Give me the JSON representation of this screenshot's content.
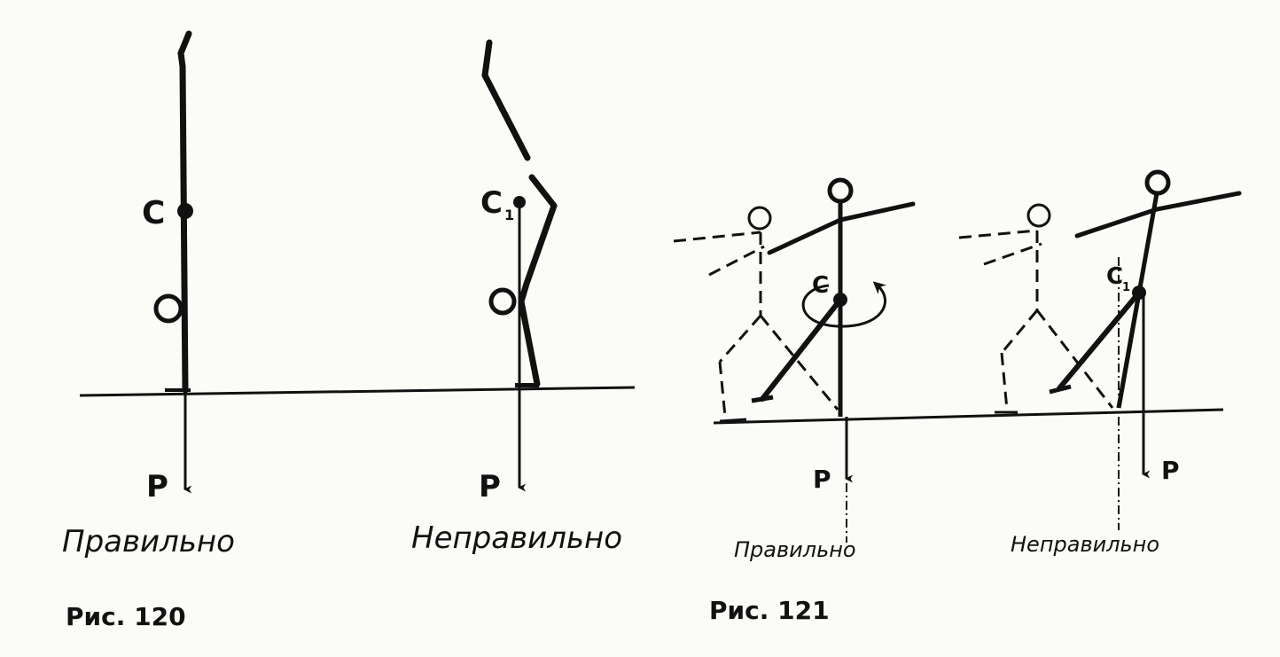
{
  "figure_120": {
    "label": "Рис. 120",
    "correct": {
      "point_label": "С",
      "force_label": "P",
      "caption": "Правильно"
    },
    "incorrect": {
      "point_label": "С",
      "point_subscript": "1",
      "force_label": "P",
      "caption": "Неправильно"
    }
  },
  "figure_121": {
    "label": "Рис. 121",
    "correct": {
      "point_label": "С",
      "force_label": "P",
      "caption": "Правильно"
    },
    "incorrect": {
      "point_label": "С",
      "point_subscript": "1",
      "force_label": "P",
      "caption": "Неправильно"
    }
  }
}
